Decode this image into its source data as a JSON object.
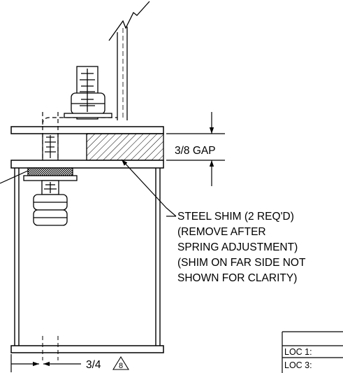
{
  "dimensions": {
    "gap": "3/8 GAP",
    "offset": "3/4",
    "revision": "8"
  },
  "callout": {
    "lines": [
      "STEEL SHIM (2 REQ'D)",
      "(REMOVE AFTER",
      "SPRING ADJUSTMENT)",
      "(SHIM ON FAR SIDE NOT",
      "SHOWN FOR CLARITY)"
    ]
  },
  "table": {
    "rows": [
      "LOC 1:",
      "LOC 3:"
    ]
  }
}
